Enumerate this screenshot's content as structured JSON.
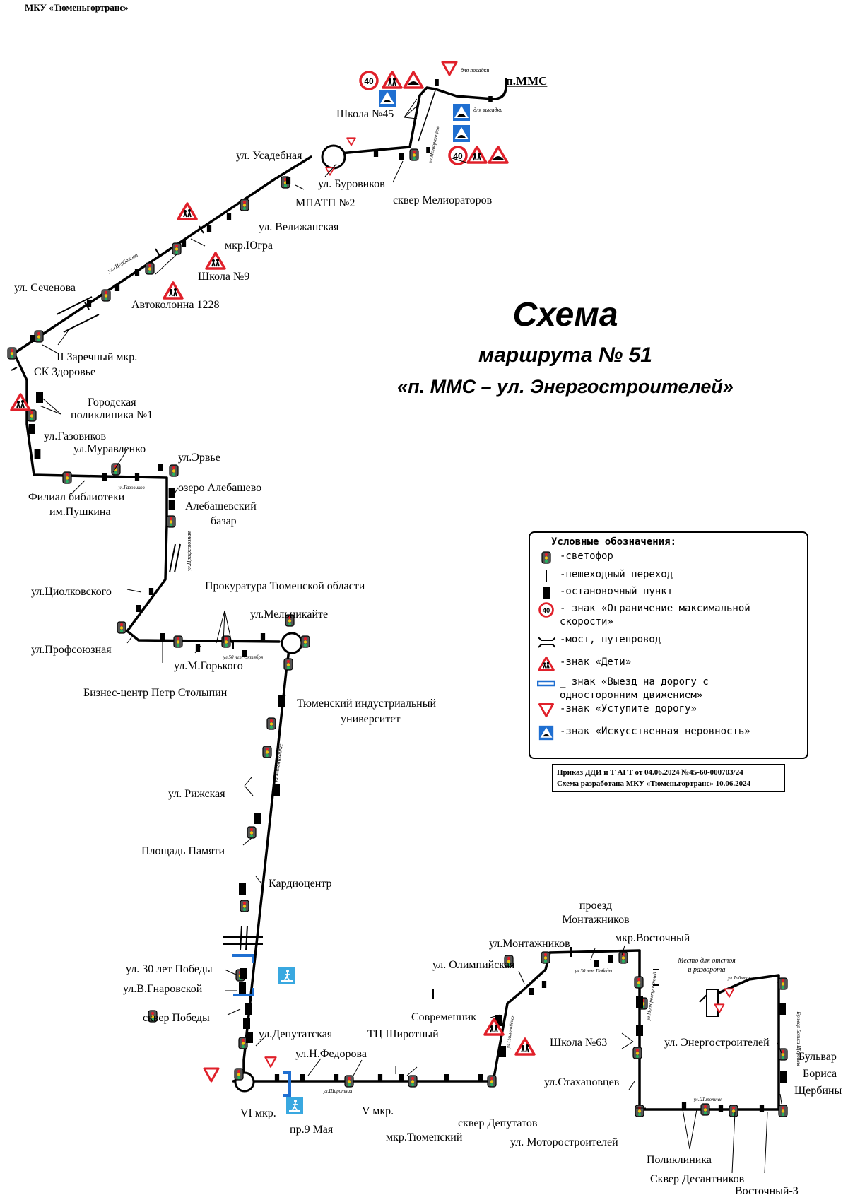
{
  "header": {
    "org": "МКУ «Тюменьгортранс»"
  },
  "title": {
    "line1": "Схема",
    "line2": "маршрута № 51",
    "line3": "«п. ММС – ул. Энергостроителей»"
  },
  "legend": {
    "title": "Условные обозначения:",
    "items": [
      {
        "icon": "traffic-light-icon",
        "text": "-светофор"
      },
      {
        "icon": "crosswalk-icon",
        "text": "-пешеходный переход"
      },
      {
        "icon": "bus-stop-icon",
        "text": "-остановочный пункт"
      },
      {
        "icon": "speed-limit-icon",
        "text": "- знак «Ограничение максимальной\nскорости»"
      },
      {
        "icon": "bridge-icon",
        "text": "-мост, путепровод"
      },
      {
        "icon": "children-sign-icon",
        "text": "-знак «Дети»"
      },
      {
        "icon": "one-way-exit-icon",
        "text": "_ знак «Выезд на дорогу с\nодносторонним движением»"
      },
      {
        "icon": "yield-sign-icon",
        "text": "-знак «Уступите дорогу»"
      },
      {
        "icon": "speed-bump-icon",
        "text": "-знак «Искусственная неровность»"
      }
    ]
  },
  "order": {
    "line1": "Приказ ДДИ и Т АГТ от 04.06.2024 №45-60-000703/24",
    "line2": "Схема разработана МКУ «Тюменьгортранс» 10.06.2024"
  },
  "sign_text": {
    "speed": "40"
  },
  "colors": {
    "route": "#000000",
    "sign_red": "#e0202a",
    "sign_blue": "#1f6fd1",
    "light_blue": "#39a8e0"
  },
  "labels": [
    {
      "t": "п.ММС"
    },
    {
      "t": "для посадки"
    },
    {
      "t": "для высадки"
    },
    {
      "t": "Школа №45"
    },
    {
      "t": "ул.Мелиораторов"
    },
    {
      "t": "ул. Усадебная"
    },
    {
      "t": "ул. Буровиков"
    },
    {
      "t": "сквер Мелиораторов"
    },
    {
      "t": "МПАТП №2"
    },
    {
      "t": "ул. Велижанская"
    },
    {
      "t": "мкр.Югра"
    },
    {
      "t": "ул.Щербакова"
    },
    {
      "t": "Школа №9"
    },
    {
      "t": "ул. Сеченова"
    },
    {
      "t": "Автоколонна 1228"
    },
    {
      "t": "II Заречный мкр."
    },
    {
      "t": "СК Здоровье"
    },
    {
      "t": "Городская"
    },
    {
      "t": "поликлиника №1"
    },
    {
      "t": "ул.Газовиков"
    },
    {
      "t": "ул.Муравленко"
    },
    {
      "t": "ул.Эрвье"
    },
    {
      "t": "ул.Газовиков"
    },
    {
      "t": "Филиал библиотеки"
    },
    {
      "t": "им.Пушкина"
    },
    {
      "t": "озеро Алебашево"
    },
    {
      "t": "Алебашевский"
    },
    {
      "t": "базар"
    },
    {
      "t": "ул.Профсоюзная"
    },
    {
      "t": "ул.Циолковского"
    },
    {
      "t": "Прокуратура Тюменской области"
    },
    {
      "t": "ул.Мельникайте"
    },
    {
      "t": "ул.Профсоюзная"
    },
    {
      "t": "ул.50 лет Октября"
    },
    {
      "t": "ул.М.Горького"
    },
    {
      "t": "Бизнес-центр Петр Столыпин"
    },
    {
      "t": "Тюменский индустриальный"
    },
    {
      "t": "университет"
    },
    {
      "t": "ул.Мельникайте"
    },
    {
      "t": "ул. Рижская"
    },
    {
      "t": "Площадь Памяти"
    },
    {
      "t": "Кардиоцентр"
    },
    {
      "t": "ул. 30 лет Победы"
    },
    {
      "t": "ул.В.Гнаровской"
    },
    {
      "t": "сквер Победы"
    },
    {
      "t": "ул.Депутатская"
    },
    {
      "t": "ул.Н.Федорова"
    },
    {
      "t": "ТЦ Широтный"
    },
    {
      "t": "Современник"
    },
    {
      "t": "ул. Олимпийская"
    },
    {
      "t": "ул.Монтажников"
    },
    {
      "t": "проезд"
    },
    {
      "t": "Монтажников"
    },
    {
      "t": "мкр.Восточный"
    },
    {
      "t": "ул.30 лет Победы"
    },
    {
      "t": "ул.Олимпийская"
    },
    {
      "t": "ул.Моторостроителей"
    },
    {
      "t": "Место для отстоя"
    },
    {
      "t": "и разворота"
    },
    {
      "t": "ул.Таймырская"
    },
    {
      "t": "Бульвар Бориса Щербины"
    },
    {
      "t": "ул. Энергостроителей"
    },
    {
      "t": "Школа №63"
    },
    {
      "t": "ул.Стахановцев"
    },
    {
      "t": "ул.Широтная"
    },
    {
      "t": "ул.Широтная"
    },
    {
      "t": "VI мкр."
    },
    {
      "t": "пр.9 Мая"
    },
    {
      "t": "V мкр."
    },
    {
      "t": "мкр.Тюменский"
    },
    {
      "t": "сквер Депутатов"
    },
    {
      "t": "ул. Моторостроителей"
    },
    {
      "t": "Поликлиника"
    },
    {
      "t": "Сквер Десантников"
    },
    {
      "t": "Восточный-3"
    },
    {
      "t": "Бульвар"
    },
    {
      "t": "Бориса"
    },
    {
      "t": "Щербины"
    }
  ]
}
